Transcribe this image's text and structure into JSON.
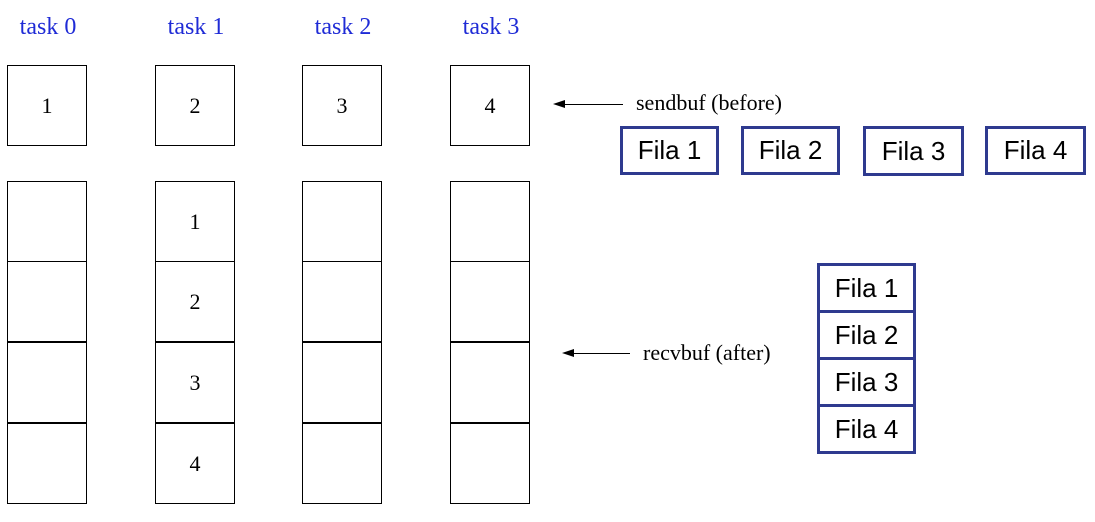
{
  "tasks": [
    {
      "label": "task 0",
      "send": "1",
      "recv": [
        "",
        "",
        "",
        ""
      ]
    },
    {
      "label": "task 1",
      "send": "2",
      "recv": [
        "1",
        "2",
        "3",
        "4"
      ]
    },
    {
      "label": "task 2",
      "send": "3",
      "recv": [
        "",
        "",
        "",
        ""
      ]
    },
    {
      "label": "task 3",
      "send": "4",
      "recv": [
        "",
        "",
        "",
        ""
      ]
    }
  ],
  "annotations": {
    "sendbuf": "sendbuf (before)",
    "recvbuf": "recvbuf (after)"
  },
  "send_filas": [
    "Fila 1",
    "Fila 2",
    "Fila 3",
    "Fila 4"
  ],
  "recv_filas": [
    "Fila 1",
    "Fila 2",
    "Fila 3",
    "Fila 4"
  ],
  "colors": {
    "task_label": "#1f2bd6",
    "fila_border": "#2e3a8f"
  }
}
